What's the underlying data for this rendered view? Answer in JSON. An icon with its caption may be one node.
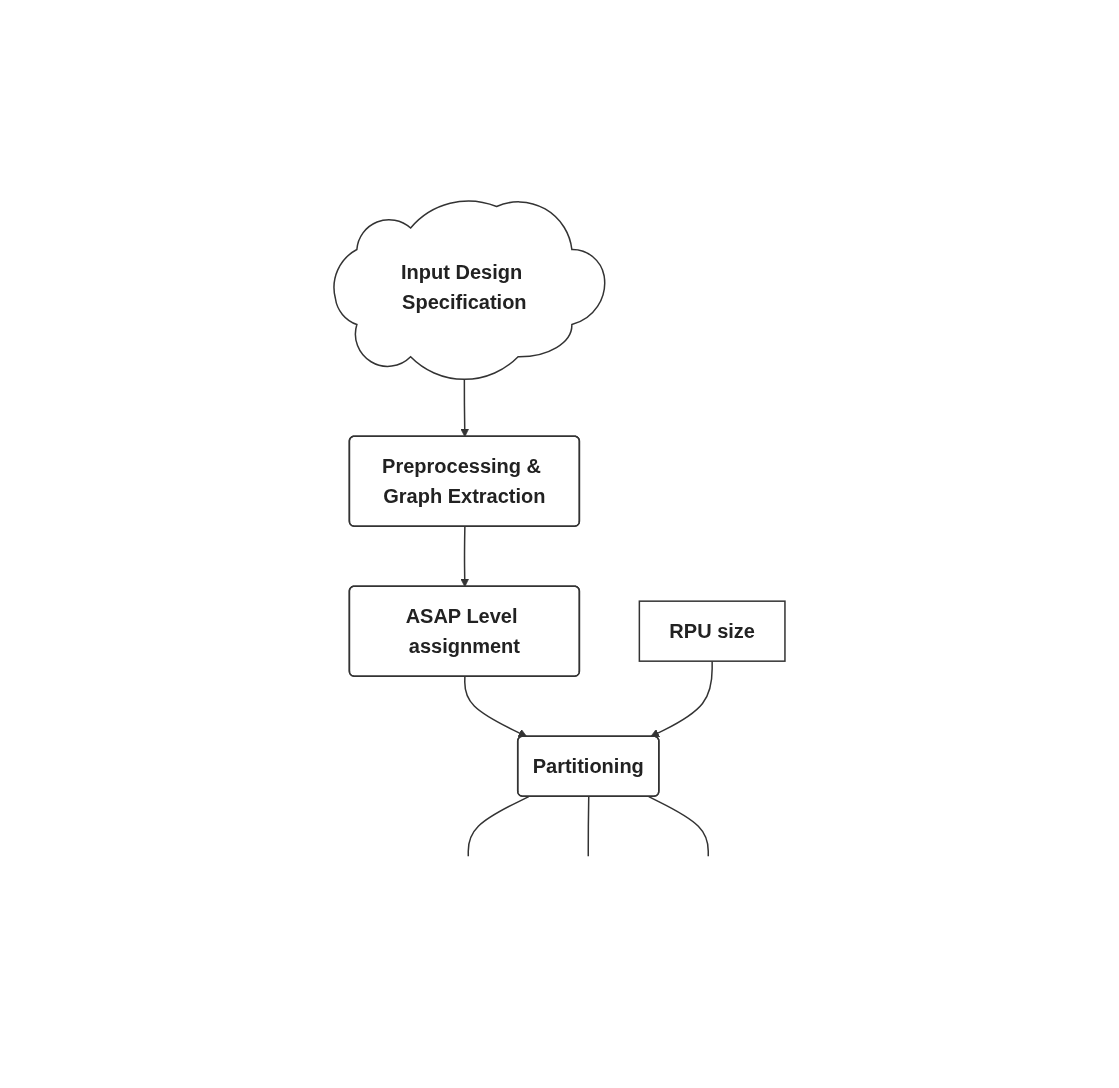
{
  "diagram": {
    "nodes": [
      {
        "text": [
          "Input Design Specification"
        ]
      },
      {
        "text": [
          "Preprocessing & Graph Extraction"
        ]
      },
      {
        "text": [
          "ASAP Level assignment"
        ]
      },
      {
        "text": [
          "Partitioning"
        ]
      },
      {
        "text": [
          "RPU size"
        ]
      }
    ],
    "edges": [
      {
        "from": 0,
        "to": 1,
        "arrow": "to"
      },
      {
        "from": 1,
        "to": 2,
        "arrow": "to"
      },
      {
        "from": 2,
        "to": 3,
        "arrow": "to"
      },
      {
        "from": 4,
        "to": 3,
        "arrow": "to"
      },
      {
        "from": 3,
        "to": null,
        "arrow": "none"
      },
      {
        "from": 3,
        "to": null,
        "arrow": "none"
      },
      {
        "from": 3,
        "to": null,
        "arrow": "none"
      }
    ]
  }
}
